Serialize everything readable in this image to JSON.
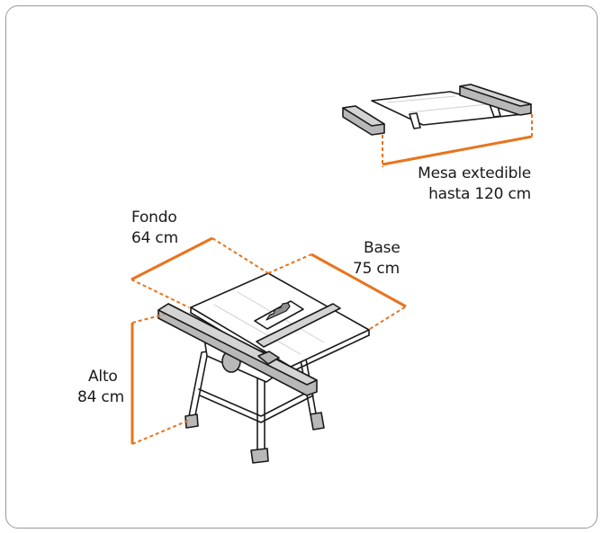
{
  "colors": {
    "dimension": "#e8741e",
    "outline": "#1a1a1a",
    "panel_border": "#9a9a9a",
    "metal": "#b8b8b8"
  },
  "extension": {
    "line1": "Mesa extedible",
    "line2": "hasta 120 cm"
  },
  "depth": {
    "line1": "Fondo",
    "line2": "64 cm"
  },
  "width": {
    "line1": "Base",
    "line2": "75 cm"
  },
  "height": {
    "line1": "Alto",
    "line2": "84 cm"
  }
}
